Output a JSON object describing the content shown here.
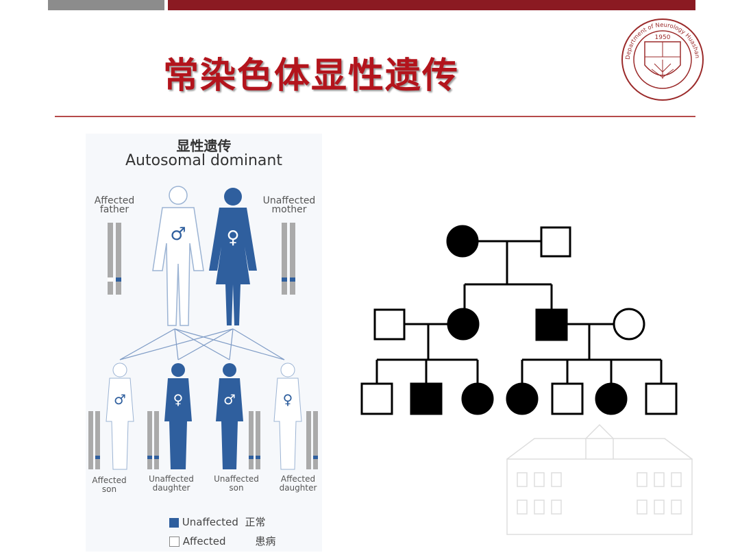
{
  "title": "常染色体显性遗传",
  "logo": {
    "text": "Department of Neurology Huashan Hospital",
    "year": "1950"
  },
  "figure": {
    "title_cn": "显性遗传",
    "title_en": "Autosomal dominant",
    "parents": [
      {
        "label": "Affected father",
        "symbol": "♂"
      },
      {
        "label": "Unaffected mother",
        "symbol": "♀"
      }
    ],
    "children": [
      {
        "label": "Affected son",
        "symbol": "♂"
      },
      {
        "label": "Unaffected daughter",
        "symbol": "♀"
      },
      {
        "label": "Unaffected son",
        "symbol": "♂"
      },
      {
        "label": "Affected daughter",
        "symbol": "♀"
      }
    ],
    "legend": [
      {
        "en": "Unaffected",
        "cn": "正常",
        "color": "#2f5f9e"
      },
      {
        "en": "Affected",
        "cn": "患病",
        "color": "#ffffff"
      }
    ]
  },
  "colors": {
    "accent": "#b3141c",
    "bar": "#8b1a22",
    "figure_blue": "#2f5f9e"
  }
}
